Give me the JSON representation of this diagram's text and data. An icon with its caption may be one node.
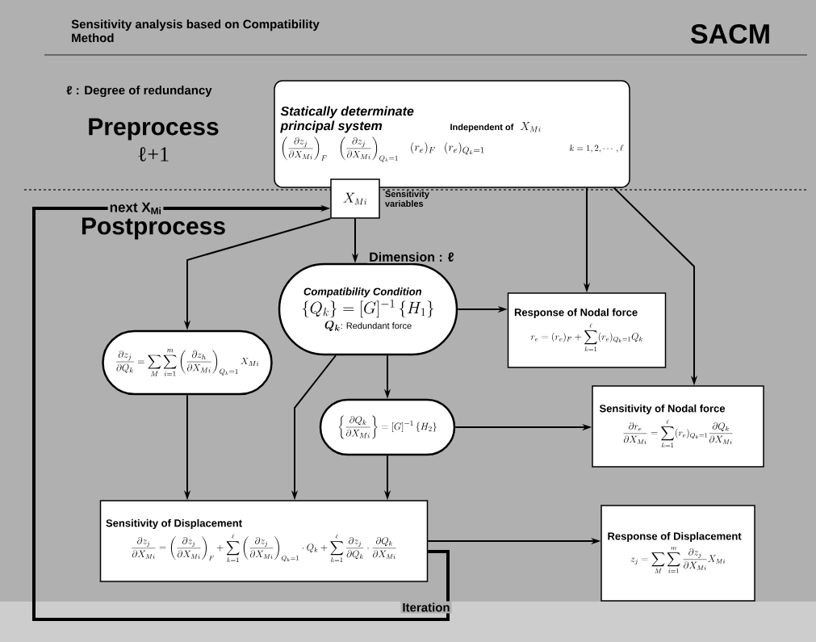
{
  "diagram": {
    "title": "Sensitivity analysis based on Compatibility Method",
    "nodes": [
      {
        "text": [
          "Statically determinate principal system",
          "Independent of",
          "X_{Mi}",
          "\\left(\\frac{\\partial z_j}{\\partial X_{Mi}}\\right)_F",
          "\\left(\\frac{\\partial z_j}{\\partial X_{Mi}}\\right)_{Q_k=1}",
          "(r_e)_F",
          "(r_e)_{Q_k=1}",
          "k=1,2,\\cdots,\\ell"
        ]
      },
      {
        "text": [
          "X_{Mi}"
        ],
        "beside": [
          "Sensitivity variables"
        ]
      },
      {
        "text": [
          "\\frac{\\partial z_j}{\\partial Q_k}=\\sum_M\\sum_{i=1}^{m}\\left(\\frac{\\partial z_h}{\\partial X_{Mi}}\\right)_{Q_k=1}X_{Mi}"
        ]
      },
      {
        "text": [
          "Compatibility Condition",
          "\\left\\{Q_k\\right\\}=[G]^{-1}\\left\\{H_1\\right\\}",
          "Q_k",
          ": Redundant force"
        ]
      },
      {
        "text": [
          "Response of Nodal force",
          "r_e=(r_e)_F+\\sum_{k=1}^{\\ell}(r_e)_{Q_k=1}Q_k"
        ]
      },
      {
        "text": [
          "\\left\\{\\frac{\\partial Q_k}{\\partial X_{Mi}}\\right\\}=[G]^{-1}\\left\\{H_2\\right\\}"
        ]
      },
      {
        "text": [
          "Sensitivity of Nodal force",
          "\\frac{\\partial r_e}{\\partial X_{Mi}}=\\sum_{k=1}^{\\ell}(r_e)_{Q_k=1}\\frac{\\partial Q_k}{\\partial X_{Mi}}"
        ]
      },
      {
        "text": [
          "Sensitivity of Displacement",
          "\\frac{\\partial z_j}{\\partial X_{Mi}}=\\left(\\frac{\\partial z_j}{\\partial X_{Mi}}\\right)_F+\\sum_{k=1}^{\\ell}\\left(\\frac{\\partial z_j}{\\partial X_{Mi}}\\right)_{Q_k=1}\\cdot Q_k+\\sum_{k=1}^{\\ell}\\frac{\\partial z_j}{\\partial Q_k}\\cdot\\frac{\\partial Q_k}{\\partial X_{Mi}}"
        ]
      },
      {
        "text": [
          "Response of Displacement",
          "z_j=\\sum_M\\sum_{i=1}^{m}\\frac{\\partial z_j}{\\partial X_{Mi}}X_{Mi}"
        ]
      }
    ],
    "edges": [
      {
        "from": 0,
        "to": 4,
        "arrow": "to"
      },
      {
        "from": 0,
        "to": 6,
        "arrow": "to"
      },
      {
        "from": 1,
        "to": 3,
        "arrow": "to",
        "label": "Dimension : ℓ"
      },
      {
        "from": 1,
        "to": 2,
        "arrow": "to"
      },
      {
        "from": 3,
        "to": 4,
        "arrow": "to"
      },
      {
        "from": 3,
        "to": 5,
        "arrow": "to"
      },
      {
        "from": 3,
        "to": 7,
        "arrow": "to"
      },
      {
        "from": 2,
        "to": 7,
        "arrow": "to"
      },
      {
        "from": 5,
        "to": 7,
        "arrow": "to"
      },
      {
        "from": 5,
        "to": 6,
        "arrow": "to"
      },
      {
        "from": 7,
        "to": 8,
        "arrow": "to"
      },
      {
        "from": 7,
        "to": 1,
        "arrow": "to",
        "label": "Iteration",
        "style": "thick"
      }
    ],
    "labels": [
      "SACM",
      "ℓ : Degree of redundancy",
      "Preprocess",
      "ℓ+1",
      "Postprocess",
      "next X$_{Mi}$"
    ]
  }
}
